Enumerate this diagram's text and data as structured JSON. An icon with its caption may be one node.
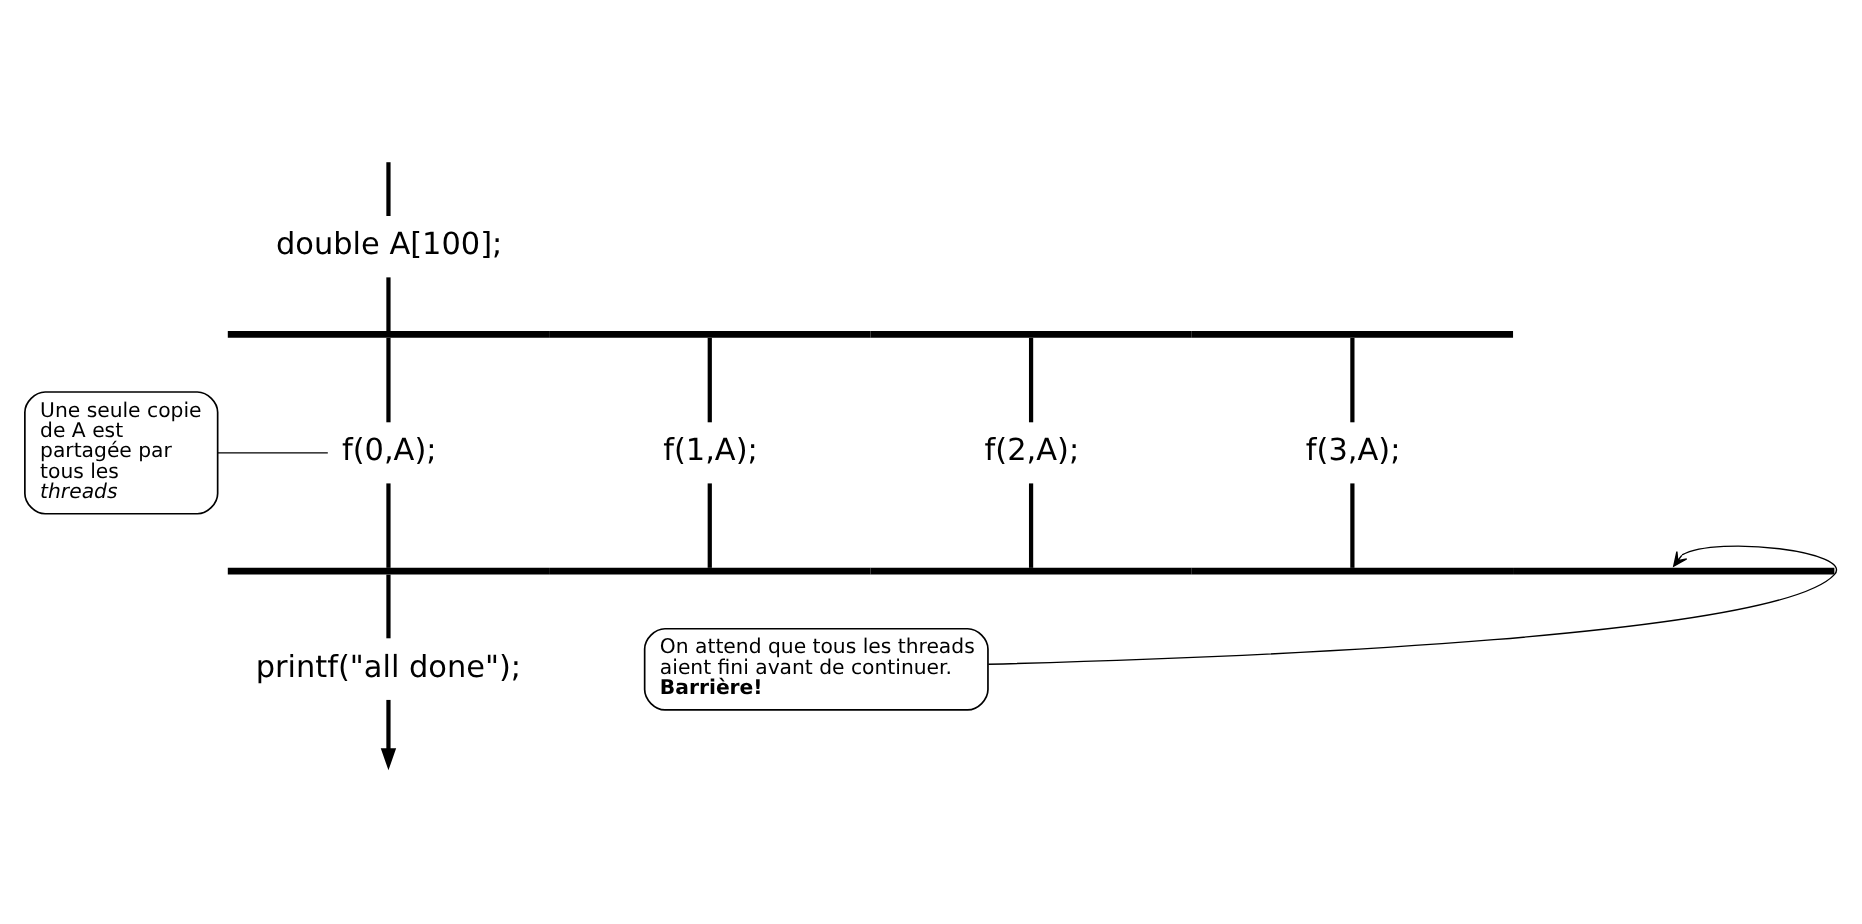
{
  "diagram": {
    "nodes": [
      {
        "text": [
          "double A[100];"
        ]
      },
      {
        "text": [],
        "shape": "bar"
      },
      {
        "text": [
          "f(0,A);"
        ]
      },
      {
        "text": [
          "f(1,A);"
        ]
      },
      {
        "text": [
          "f(2,A);"
        ]
      },
      {
        "text": [
          "f(3,A);"
        ]
      },
      {
        "text": [],
        "shape": "bar"
      },
      {
        "text": [
          "printf(\"all done\");"
        ]
      },
      {
        "text": [
          "Une seule copie de A est partagée par tous les *threads*"
        ]
      },
      {
        "text": [
          "On attend que tous les threads aient fini avant de continuer.",
          "Barrière!"
        ]
      }
    ],
    "edges": [
      {
        "from": null,
        "to": 0,
        "arrow": "none"
      },
      {
        "from": 0,
        "to": 1,
        "arrow": "none"
      },
      {
        "from": 1,
        "to": 2,
        "arrow": "none"
      },
      {
        "from": 1,
        "to": 3,
        "arrow": "none"
      },
      {
        "from": 1,
        "to": 4,
        "arrow": "none"
      },
      {
        "from": 1,
        "to": 5,
        "arrow": "none"
      },
      {
        "from": 2,
        "to": 6,
        "arrow": "none"
      },
      {
        "from": 3,
        "to": 6,
        "arrow": "none"
      },
      {
        "from": 4,
        "to": 6,
        "arrow": "none"
      },
      {
        "from": 5,
        "to": 6,
        "arrow": "none"
      },
      {
        "from": 6,
        "to": 7,
        "arrow": "none"
      },
      {
        "from": 7,
        "to": null,
        "arrow": "to"
      },
      {
        "from": 8,
        "to": 2,
        "arrow": "none"
      },
      {
        "from": 9,
        "to": 6,
        "arrow": "to"
      }
    ]
  }
}
